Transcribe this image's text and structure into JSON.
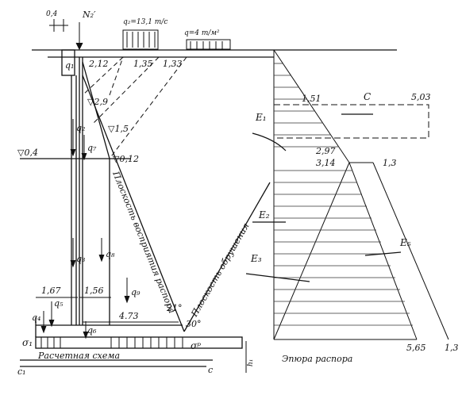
{
  "labels": {
    "dim_top": "0,4",
    "N2": "N₂′",
    "q2_load": "q₂=13,1 т/с",
    "q_load": "q=4 т/м²",
    "q1": "q₁",
    "d_212": "2,12",
    "d_135": "1,35",
    "d_133": "1,33",
    "lvl_29": "▽2,9",
    "lvl_15": "▽1,5",
    "lvl_012": "▽0,12",
    "lvl_04": "▽0,4",
    "q2": "q₂",
    "q7": "q₇",
    "plane_resist": "Плоскость восприятия распора",
    "plane_collapse": "Плоскость обрушения",
    "q3": "q₃",
    "q8": "q₈",
    "q9": "q₉",
    "d_167": "1,67",
    "d_156": "1,56",
    "q5": "q₅",
    "q4": "q₄",
    "d_473": "4.73",
    "q6": "q₆",
    "angle_21": "21°",
    "angle_30": "30°",
    "sigma1": "σ₁",
    "sigma_p": "σᵖ",
    "calc_scheme": "Расчетная схема",
    "c1": "c₁",
    "c_marker": "c",
    "dim_h": "h₁",
    "v_151": "1,51",
    "v_503": "5,03",
    "v_297": "2,97",
    "v_314": "3,14",
    "v_13a": "1,3",
    "v_565": "5,65",
    "v_13b": "1,3",
    "E1": "E₁",
    "E2": "E₂",
    "E3": "E₃",
    "E5": "E₅",
    "C_label": "C",
    "epure_title": "Эпюра распора"
  }
}
